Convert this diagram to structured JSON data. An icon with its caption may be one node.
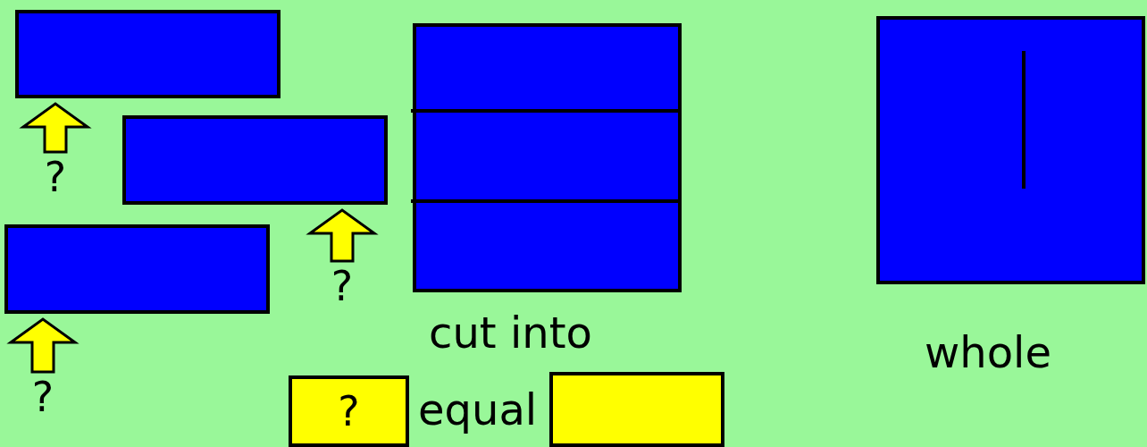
{
  "diagram": {
    "nodes": [
      {
        "text": [],
        "shape": "box"
      },
      {
        "text": [],
        "shape": "box"
      },
      {
        "text": [],
        "shape": "box"
      },
      {
        "text": [],
        "shape": "box"
      },
      {
        "text": [],
        "shape": "box"
      },
      {
        "text": [
          "?"
        ]
      },
      {
        "text": [
          "?"
        ]
      },
      {
        "text": [
          "?"
        ]
      },
      {
        "text": [
          "?"
        ]
      },
      {
        "text": [],
        "shape": "box"
      }
    ],
    "edges": [
      {
        "from": 5,
        "to": 0,
        "arrow": "to"
      },
      {
        "from": 6,
        "to": 1,
        "arrow": "to"
      },
      {
        "from": 7,
        "to": 2,
        "arrow": "to"
      }
    ],
    "labels": [
      "cut into",
      "whole",
      "equal"
    ]
  }
}
